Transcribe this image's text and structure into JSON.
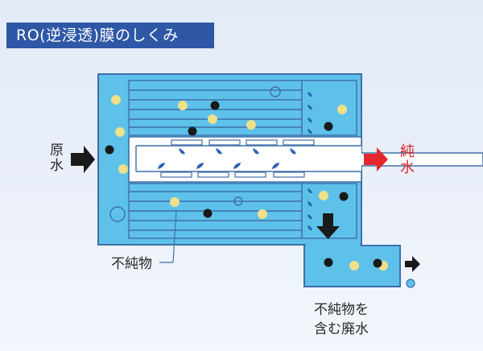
{
  "title": "RO(逆浸透)膜のしくみ",
  "labels": {
    "raw_water": "原水",
    "pure_water": "純水",
    "impurity": "不純物",
    "waste_line1": "不純物を",
    "waste_line2": "含む廃水"
  },
  "colors": {
    "title_bg": "#2e57a6",
    "water": "#5ec1ea",
    "frame": "#3f6fa8",
    "impurity_yellow": "#efe08a",
    "impurity_black": "#1a1a1a",
    "drop_blue": "#2b63b8",
    "arrow_red": "#e5262d",
    "arrow_black": "#1a1a1a"
  }
}
